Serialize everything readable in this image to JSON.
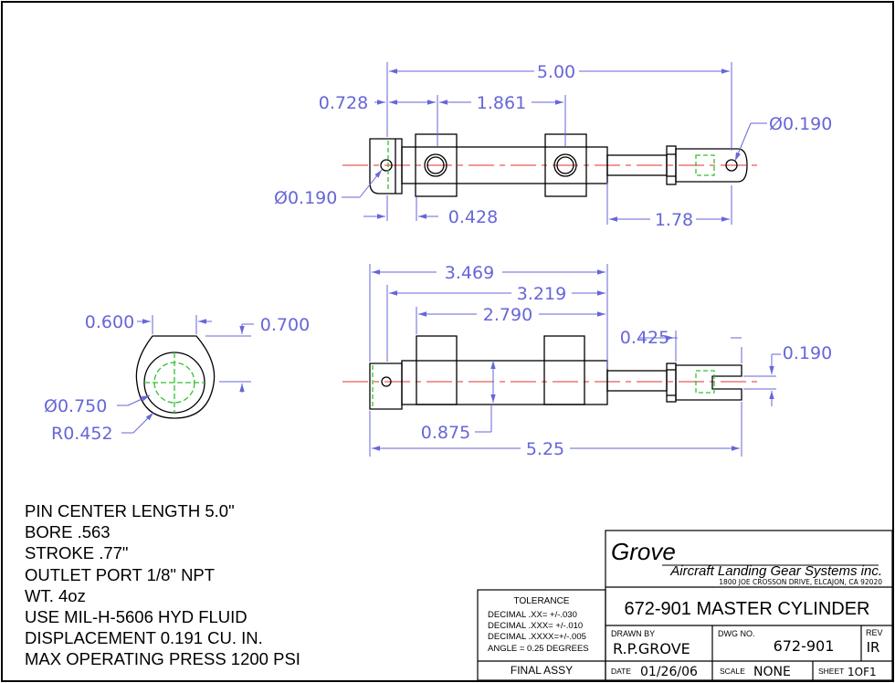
{
  "views": {
    "top": {
      "overall_length": "5.00",
      "left_pin_offset": "0.728",
      "port_spacing": "1.861",
      "right_hole_dia": "Ø0.190",
      "left_hole_dia": "Ø0.190",
      "port_dim": "0.428",
      "rod_length": "1.78"
    },
    "side": {
      "total_length": "3.469",
      "pin_to_body": "3.219",
      "body_length": "2.790",
      "clevis_length": "0.425",
      "clevis_slot": "0.190",
      "body_height": "0.875",
      "overall_length": "5.25"
    },
    "end": {
      "width": "0.600",
      "height": "0.700",
      "bore_dia": "Ø0.750",
      "radius": "R0.452"
    }
  },
  "notes": [
    "PIN CENTER LENGTH 5.0\"",
    "BORE .563",
    "STROKE .77\"",
    "OUTLET PORT 1/8\" NPT",
    "WT. 4oz",
    "USE MIL-H-5606 HYD FLUID",
    "DISPLACEMENT 0.191 CU. IN.",
    "MAX OPERATING PRESS 1200 PSI"
  ],
  "title_block": {
    "company": "Grove",
    "company_full": "Aircraft Landing Gear Systems inc.",
    "address": "1800 JOE CROSSON DRIVE, ELCAJON, CA 92020",
    "title": "672-901 MASTER CYLINDER",
    "tolerance_label": "TOLERANCE",
    "tolerances": [
      "DECIMAL .XX= +/-.030",
      "DECIMAL .XXX= +/-.010",
      "DECIMAL .XXXX=+/-.005",
      "ANGLE = 0.25 DEGREES"
    ],
    "final_assy": "FINAL ASSY",
    "drawn_by_label": "DRAWN BY",
    "drawn_by": "R.P.GROVE",
    "dwg_no_label": "DWG NO.",
    "dwg_no": "672-901",
    "rev_label": "REV",
    "rev": "IR",
    "date_label": "DATE",
    "date": "01/26/06",
    "scale_label": "SCALE",
    "scale": "NONE",
    "sheet_label": "SHEET",
    "sheet": "1OF1"
  },
  "colors": {
    "dimension": "#6666d9",
    "centerline": "#e03030",
    "hidden": "#30c030",
    "outline": "#000000"
  }
}
